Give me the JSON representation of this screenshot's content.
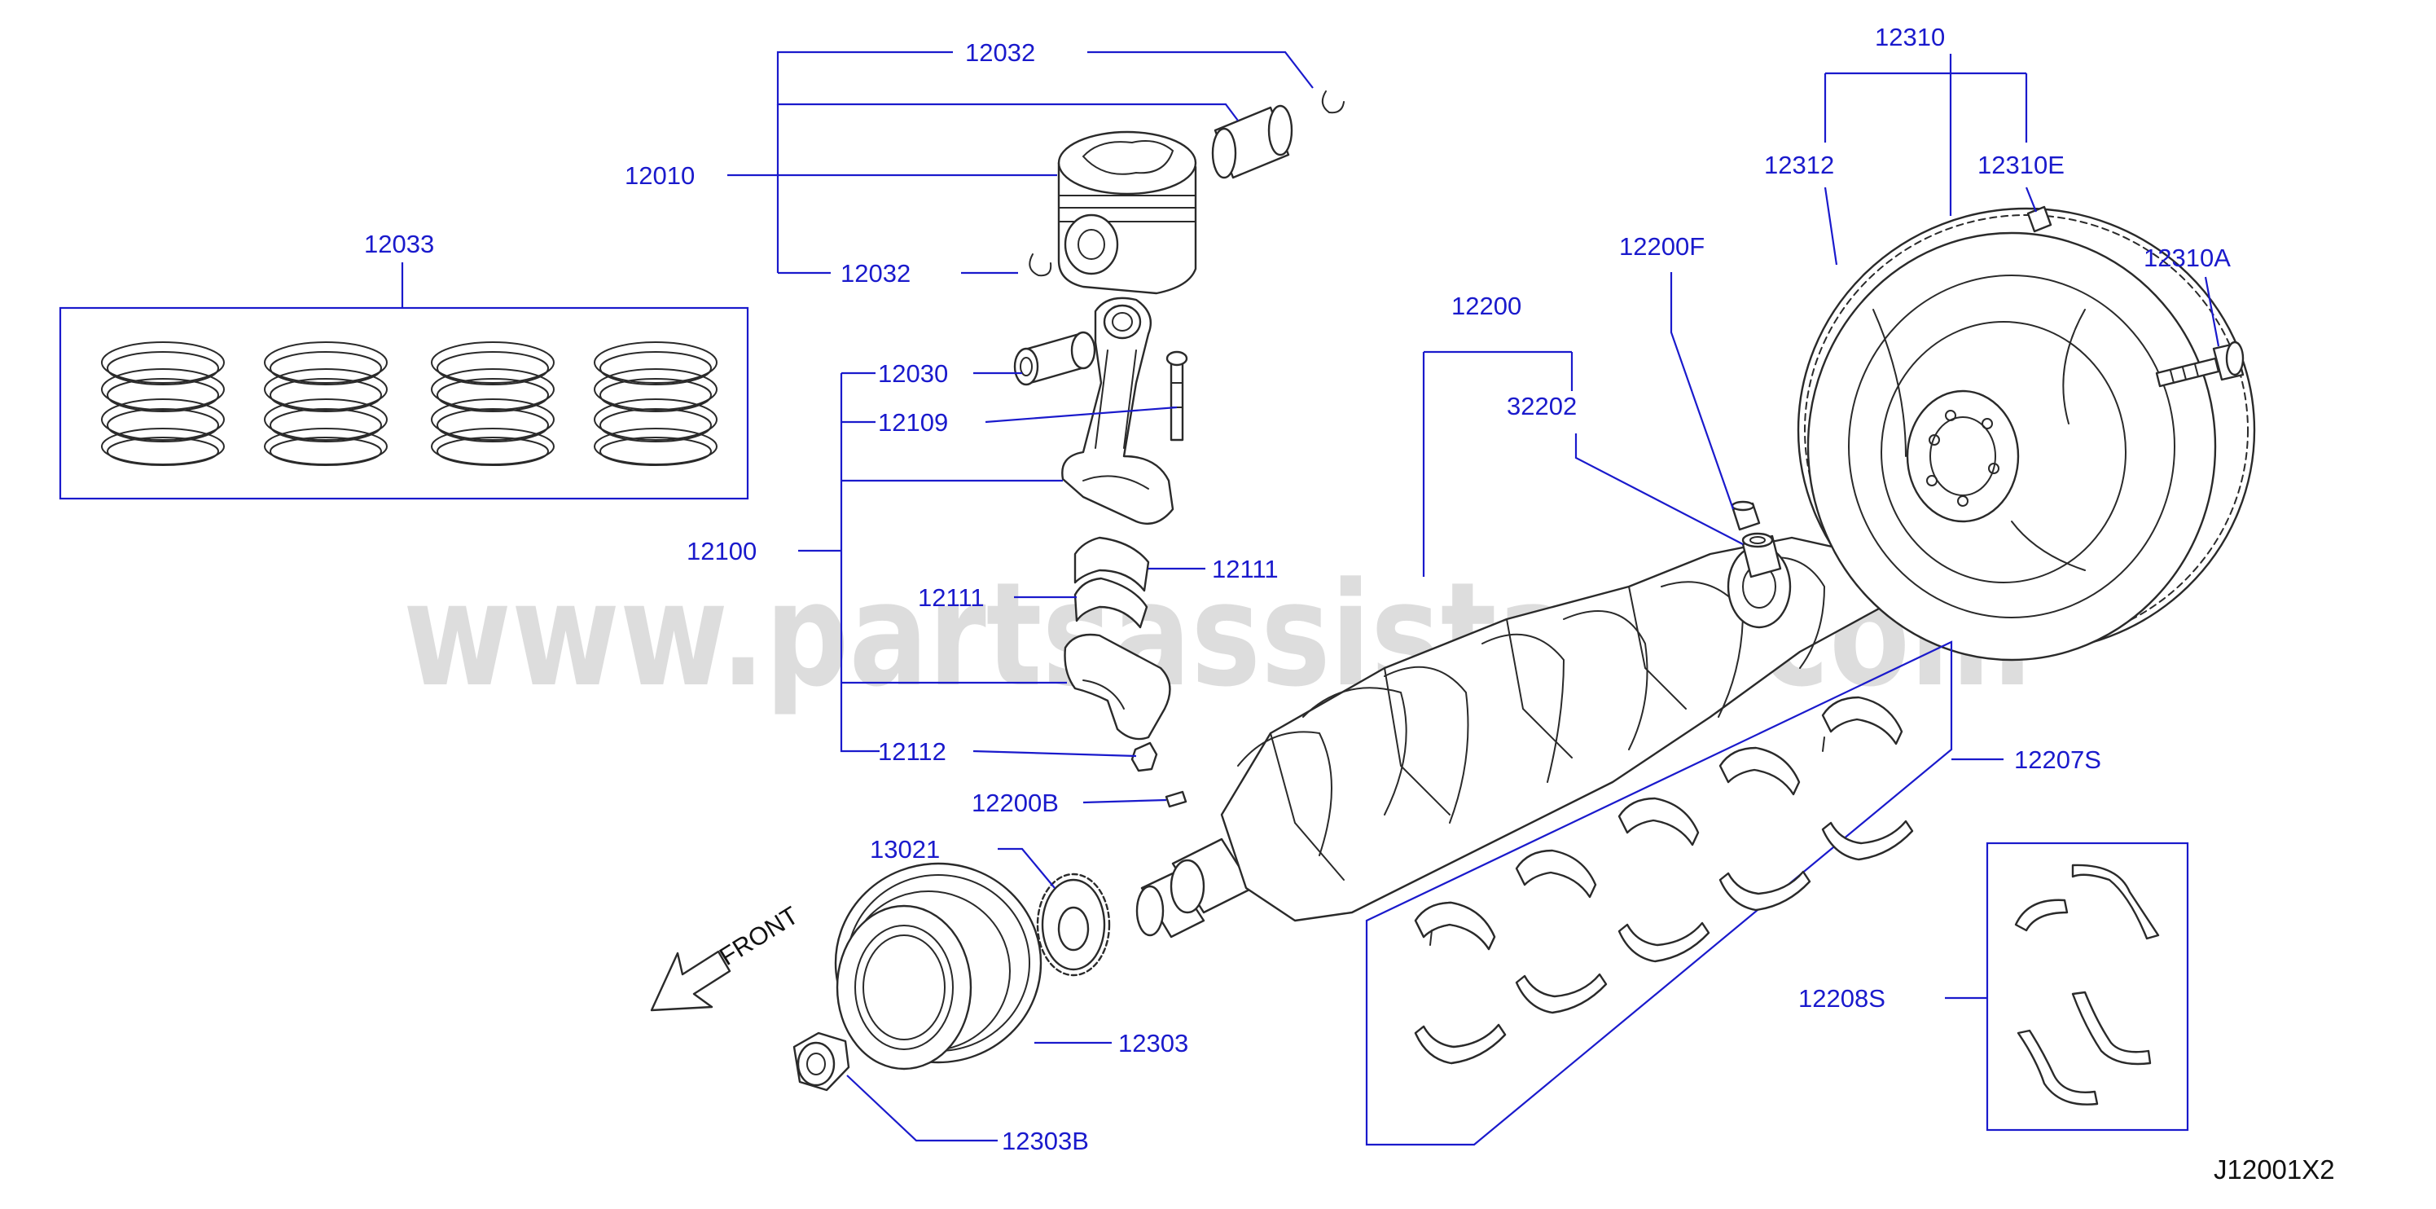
{
  "labels": {
    "p12032_top": "12032",
    "p12010": "12010",
    "p12032_low": "12032",
    "p12033": "12033",
    "p12030": "12030",
    "p12109": "12109",
    "p12100": "12100",
    "p12111_r": "12111",
    "p12111_l": "12111",
    "p12112": "12112",
    "p12200B": "12200B",
    "p13021": "13021",
    "p12303": "12303",
    "p12303B": "12303B",
    "p12200": "12200",
    "p32202": "32202",
    "p12200F": "12200F",
    "p12310": "12310",
    "p12312": "12312",
    "p12310E": "12310E",
    "p12310A": "12310A",
    "p12207S": "12207S",
    "p12208S": "12208S"
  },
  "front_label": "FRONT",
  "diagram_code": "J12001X2",
  "watermark": "www.partsassistant.com",
  "colors": {
    "callout": "#1a1acc",
    "line_art": "#2a2a2a",
    "watermark": "#c8c8c8",
    "background": "#ffffff"
  }
}
